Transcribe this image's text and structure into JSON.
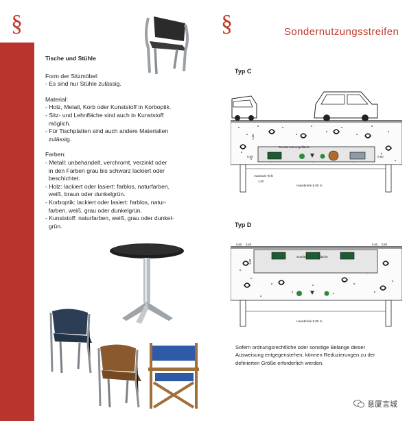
{
  "left": {
    "section_symbol": "§",
    "heading": "Tische und Stühle",
    "groups": [
      {
        "lines": [
          "Form der Sitzmöbel:",
          "- Es sind nur Stühle zulässig."
        ]
      },
      {
        "lines": [
          "Material:",
          "- Holz, Metall, Korb oder Kunststoff in Korboptik.",
          "- Sitz- und Lehnfläche sind auch in Kunststoff",
          "  möglich.",
          "- Für Tischplatten sind auch andere Materialien",
          "  zulässig."
        ]
      },
      {
        "lines": [
          "Farben:",
          "- Metall: unbehandelt, verchromt, verzinkt oder",
          "  in den Farben grau bis schwarz lackiert oder",
          "  beschichtet.",
          "- Holz: lackiert oder lasiert: farblos, naturfarben,",
          "  weiß, braun oder dunkelgrün.",
          "- Korboptik: lackiert oder lasiert: farblos, natur-",
          "  farben, weiß, grau oder dunkelgrün.",
          "- Kunststoff: naturfarben, weiß, grau oder dunkel-",
          "  grün."
        ]
      }
    ]
  },
  "right": {
    "section_symbol": "§",
    "title": "Sondernutzungsstreifen",
    "typ_c": "Typ C",
    "typ_d": "Typ D",
    "diagram_c": {
      "zone_label": "Sondernutzungsfläche",
      "dim_width_top": "1,50",
      "dim_left_val": "0,60",
      "dim_right_val": "0,60",
      "max_depth_label": "maximale Tiefe",
      "max_depth_val": "1,50",
      "house_width_label": "Hausbreite 8.00 m"
    },
    "diagram_d": {
      "zone_label": "Sondernutzungsfläche",
      "dim_top_left_1": "0,60",
      "dim_top_left_2": "0,60",
      "dim_top_right_1": "0,60",
      "dim_top_right_2": "0,60",
      "dim_side": "1,50",
      "house_width_label": "Hausbreite 8.00 m"
    },
    "note_lines": [
      "Sofern ordnungsrechtliche oder sonstige Belange dieser",
      "Ausweisung entgegenstehen, können Reduzierungen zu der",
      "definierten Größe erforderlich werden."
    ]
  },
  "watermark": {
    "text": "意厦言城"
  },
  "colors": {
    "accent_red": "#b8342c",
    "title_red": "#c0392b"
  }
}
